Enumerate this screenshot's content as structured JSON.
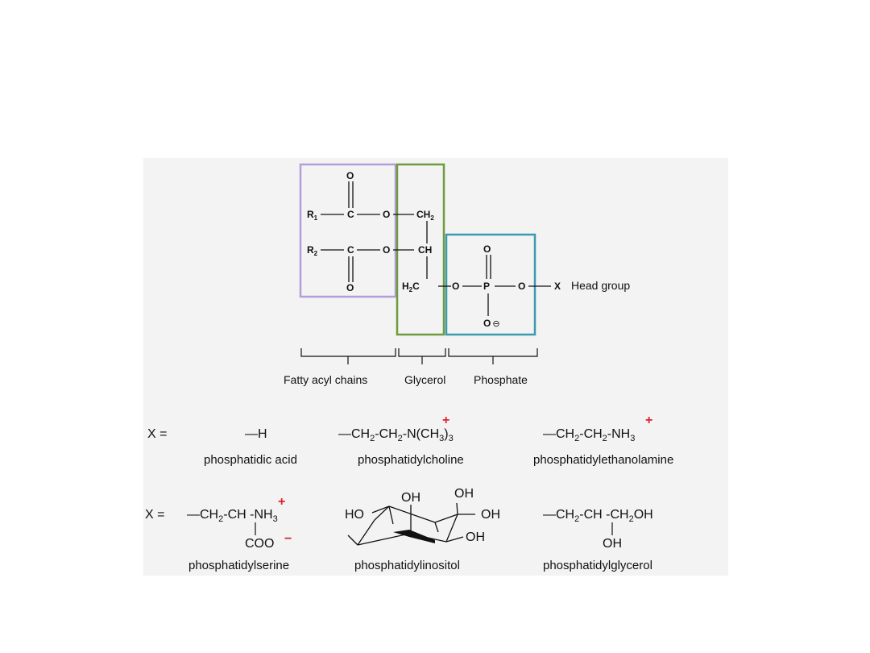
{
  "colors": {
    "acyl_box": "#b39ddb",
    "glycerol_box": "#6e9b3c",
    "phosphate_box": "#3a9bb0",
    "charge": "#e0202a",
    "ink": "#111111",
    "panel": "#f3f3f3"
  },
  "structure": {
    "r1": "R",
    "r1_sub": "1",
    "r2": "R",
    "r2_sub": "2",
    "c": "C",
    "o": "O",
    "ch2": "CH",
    "ch2_sub": "2",
    "ch": "CH",
    "h2c": "H",
    "h2c_sub": "2",
    "h2c_tail": "C",
    "p": "P",
    "o_minus": "O",
    "o_minus_charge": "⊖",
    "x": "X",
    "head_group": "Head group"
  },
  "brackets": {
    "fatty_acyl": "Fatty acyl chains",
    "glycerol": "Glycerol",
    "phosphate": "Phosphate"
  },
  "row1": {
    "x_label": "X =",
    "pa_formula": "—H",
    "pa_name": "phosphatidic acid",
    "pc_formula_a": "—CH",
    "pc_formula_b": "-CH",
    "pc_formula_c": "-N(CH",
    "pc_formula_d": ")",
    "pc_name": "phosphatidylcholine",
    "pe_formula_a": "—CH",
    "pe_formula_b": "-CH",
    "pe_formula_c": "-NH",
    "pe_name": "phosphatidylethanolamine",
    "sub2": "2",
    "sub3": "3",
    "plus": "+"
  },
  "row2": {
    "x_label": "X =",
    "ps_formula_a": "—CH",
    "ps_formula_b": "-CH -NH",
    "ps_coo": "COO",
    "ps_minus": "−",
    "ps_name": "phosphatidylserine",
    "pi_oh1": "OH",
    "pi_oh2": "OH",
    "pi_oh3": "OH",
    "pi_oh4": "OH",
    "pi_ho": "HO",
    "pi_name": "phosphatidylinositol",
    "pg_formula_a": "—CH",
    "pg_formula_b": "-CH -CH",
    "pg_formula_c": "OH",
    "pg_oh": "OH",
    "pg_name": "phosphatidylglycerol",
    "sub2": "2",
    "sub3": "3",
    "plus": "+"
  }
}
